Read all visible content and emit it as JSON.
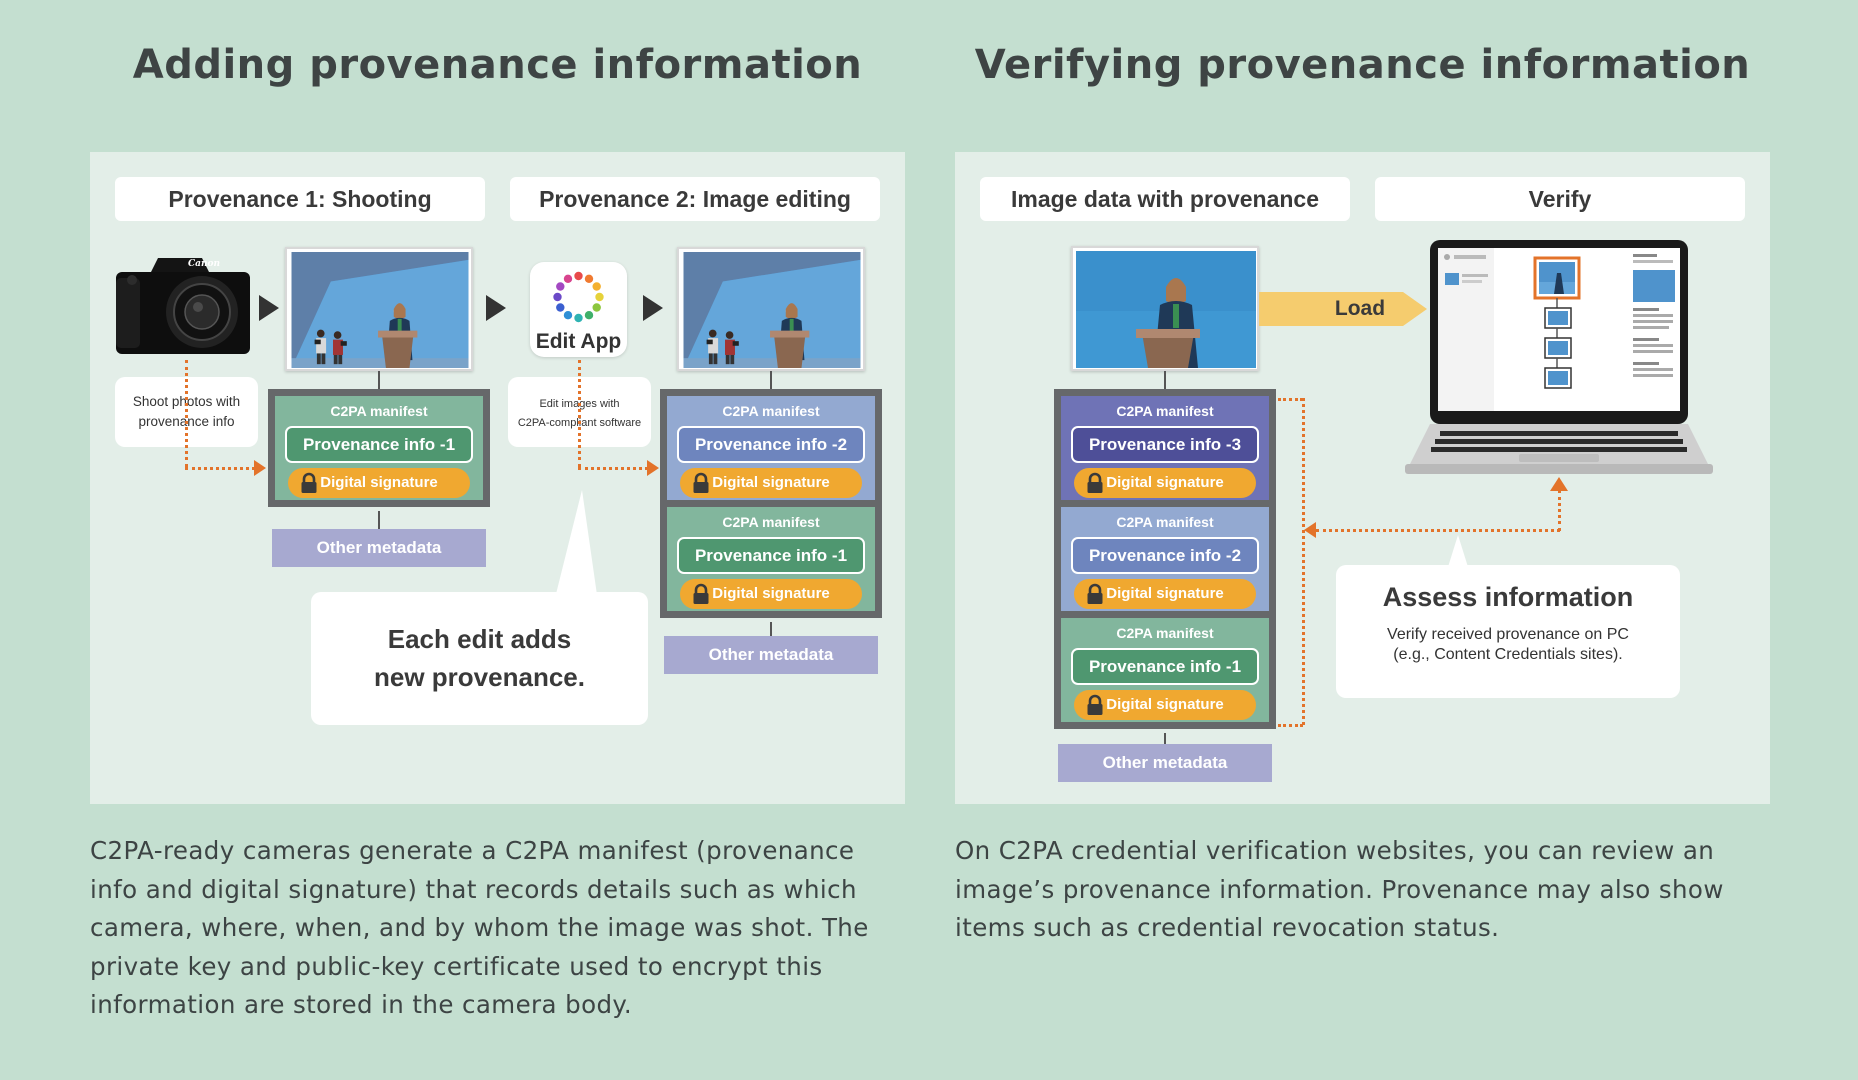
{
  "left": {
    "title": "Adding provenance information",
    "step1_label": "Provenance 1: Shooting",
    "step2_label": "Provenance 2: Image editing",
    "camera_brand": "Canon",
    "shoot_note": [
      "Shoot photos with",
      "provenance info"
    ],
    "edit_app_label": "Edit App",
    "edit_note": [
      "Edit images with",
      "C2PA-compliant software"
    ],
    "callout": [
      "Each edit adds",
      "new provenance."
    ],
    "stack1": {
      "manifest_title": "C2PA manifest",
      "provenance": "Provenance info -1",
      "signature": "Digital signature",
      "metadata": "Other metadata"
    },
    "stack2": {
      "m2_title": "C2PA manifest",
      "m2_provenance": "Provenance info -2",
      "m2_signature": "Digital signature",
      "m1_title": "C2PA manifest",
      "m1_provenance": "Provenance info -1",
      "m1_signature": "Digital signature",
      "metadata": "Other metadata"
    },
    "description": "C2PA-ready cameras generate a C2PA manifest (provenance info and digital signature) that records details such as which camera, where, when, and by whom the image was shot. The private key and public-key certificate used to encrypt this information are stored in the camera body."
  },
  "right": {
    "title": "Verifying provenance information",
    "image_label": "Image data with provenance",
    "verify_label": "Verify",
    "load_label": "Load",
    "stack": {
      "m3_title": "C2PA manifest",
      "m3_provenance": "Provenance info -3",
      "m3_signature": "Digital signature",
      "m2_title": "C2PA manifest",
      "m2_provenance": "Provenance info -2",
      "m2_signature": "Digital signature",
      "m1_title": "C2PA manifest",
      "m1_provenance": "Provenance info -1",
      "m1_signature": "Digital signature",
      "metadata": "Other metadata"
    },
    "assess_title": "Assess information",
    "assess_text": [
      "Verify received provenance on PC",
      "(e.g., Content Credentials sites)."
    ],
    "description": "On C2PA credential verification websites, you can review an image’s provenance information. Provenance may also show items such as credential revocation status."
  },
  "colors": {
    "background": "#c4dfd0",
    "panel": "#e3eee8",
    "manifest_green": "#82b69d",
    "manifest_blue": "#93a9d1",
    "manifest_purple": "#6f73b6",
    "signature": "#f0a830",
    "metadata": "#a7a9d0",
    "dotted_arrow": "#e3732a",
    "load_arrow": "#f5cc6e"
  },
  "icons": [
    "camera-icon",
    "edit-app-icon",
    "lock-icon",
    "laptop-icon",
    "play-arrow-icon"
  ]
}
